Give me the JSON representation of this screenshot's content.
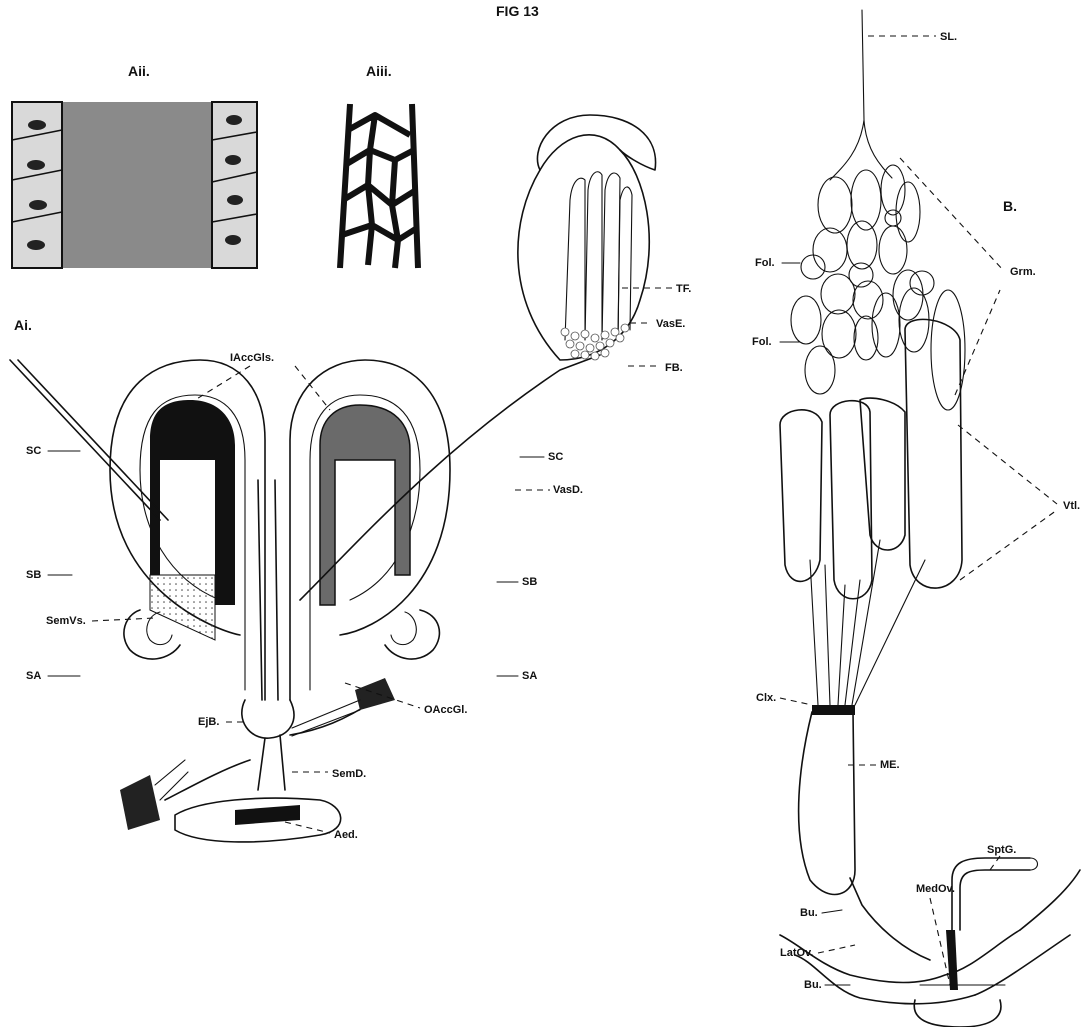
{
  "figure_title": "FIG 13",
  "panels": {
    "aii": "Aii.",
    "aiii": "Aiii.",
    "ai": "Ai.",
    "b": "B."
  },
  "labels_a": {
    "sc_left": "SC",
    "sb_left": "SB",
    "sa_left": "SA",
    "semvs": "SemVs.",
    "iaccgls": "IAccGls.",
    "sc_right": "SC",
    "vasd": "VasD.",
    "sb_right": "SB",
    "sa_right": "SA",
    "oaccgl": "OAccGl.",
    "ejb": "EjB.",
    "semd": "SemD.",
    "aed": "Aed.",
    "tf": "TF.",
    "vase": "VasE.",
    "fb": "FB."
  },
  "labels_b": {
    "sl": "SL.",
    "grm": "Grm.",
    "fol1": "Fol.",
    "fol2": "Fol.",
    "vtl": "Vtl.",
    "clx": "Clx.",
    "me": "ME.",
    "medov": "MedOv.",
    "sptg": "SptG.",
    "bu1": "Bu.",
    "latov": "LatOv.",
    "bu2": "Bu."
  }
}
